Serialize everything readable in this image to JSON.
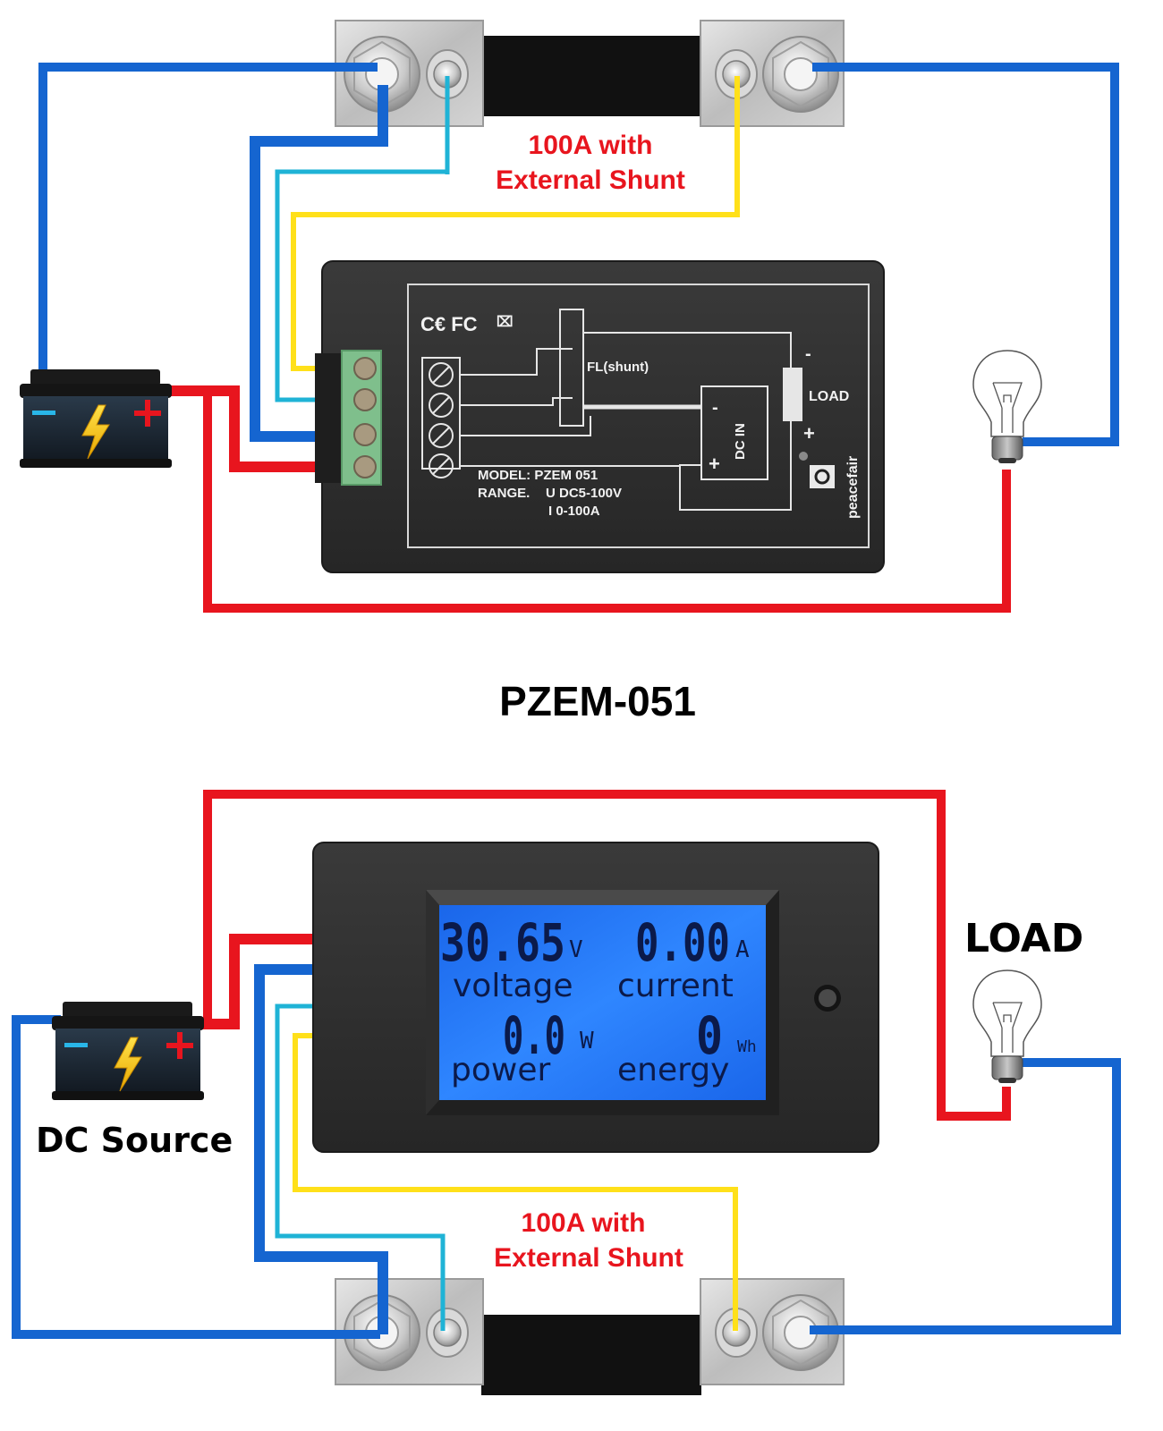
{
  "title": "PZEM-051",
  "colors": {
    "wire_red": "#e8151e",
    "wire_blue": "#1565d0",
    "wire_cyan": "#1fb3d6",
    "wire_yellow": "#ffe01a",
    "lcd_blue": "#1e73f0",
    "label_red": "#e8151e"
  },
  "top_diagram": {
    "shunt_label_line1": "100A with",
    "shunt_label_line2": "External Shunt",
    "back_panel": {
      "certifications": [
        "CE",
        "FC",
        "WEEE"
      ],
      "shunt_label": "FL(shunt)",
      "load_label": "LOAD",
      "load_minus": "-",
      "load_plus": "+",
      "dc_in_label": "DC IN",
      "dc_minus": "-",
      "dc_plus": "+",
      "model_line": "MODEL: PZEM 051",
      "range_label": "RANGE.",
      "range_u": "U DC5-100V",
      "range_i": "I 0-100A",
      "brand": "peacefair",
      "terminal_count": 4
    },
    "battery": {
      "minus": "−",
      "plus": "+",
      "icon": "lightning-bolt-icon"
    },
    "load_icon": "light-bulb-icon"
  },
  "bottom_diagram": {
    "source_label": "DC Source",
    "load_label": "LOAD",
    "shunt_label_line1": "100A with",
    "shunt_label_line2": "External Shunt",
    "lcd": {
      "voltage_value": "30.65",
      "voltage_unit": "V",
      "voltage_label": "voltage",
      "current_value": "0.00",
      "current_unit": "A",
      "current_label": "current",
      "power_value": "0.0",
      "power_unit": "W",
      "power_label": "power",
      "energy_value": "0",
      "energy_unit": "Wh",
      "energy_label": "energy"
    },
    "battery": {
      "minus": "−",
      "plus": "+",
      "icon": "lightning-bolt-icon"
    },
    "load_icon": "light-bulb-icon"
  }
}
